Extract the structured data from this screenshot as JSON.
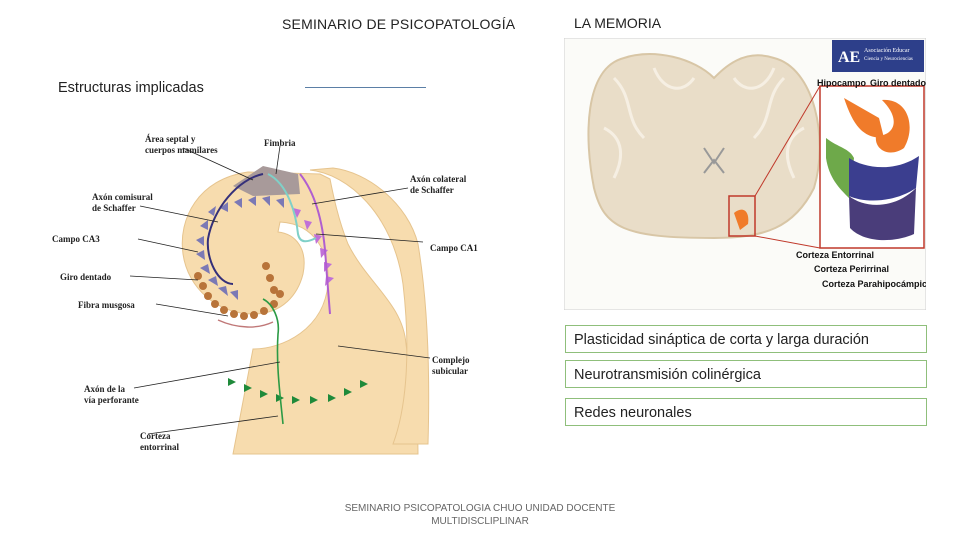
{
  "header": {
    "left_title": "SEMINARIO DE PSICOPATOLOGÍA",
    "right_title": "LA MEMORIA"
  },
  "subtitle": "Estructuras implicadas",
  "hippocampus_diagram": {
    "labels": {
      "area_septal": "Área septal y",
      "cuerpos_mamilares": "cuerpos mamilares",
      "fimbria": "Fimbria",
      "axon_colateral_1": "Axón colateral",
      "axon_colateral_2": "de Schaffer",
      "axon_comisural_1": "Axón comisural",
      "axon_comisural_2": "de Schaffer",
      "campo_ca3": "Campo CA3",
      "campo_ca1": "Campo CA1",
      "giro_dentado": "Giro dentado",
      "fibra_musgosa": "Fibra musgosa",
      "complejo_1": "Complejo",
      "complejo_2": "subicular",
      "via_1": "Axón de la",
      "via_2": "vía perforante",
      "corteza_1": "Corteza",
      "corteza_2": "entorrinal"
    },
    "colors": {
      "tissue": "#f7dcae",
      "ca_pyramids": "#7b79b5",
      "ca1_pyramids": "#c070d8",
      "granule_cells": "#b8743a",
      "entorhinal_cells": "#1f8a3a",
      "schaffer_axon": "#35307a",
      "perforant_path": "#2c9a45"
    }
  },
  "brain_image": {
    "logo_line1": "Asociación Educar",
    "logo_line2": "Ciencia y Neurociencias",
    "labels": {
      "hipocampo": "Hipocampo",
      "giro_dentado": "Giro dentado",
      "corteza_entorrinal": "Corteza Entorrinal",
      "corteza_perirrinal": "Corteza Perirrinal",
      "corteza_parahipocampica": "Corteza Parahipocámpica"
    },
    "colors": {
      "hipocampo": "#f07b2a",
      "giro_dentado": "#f07b2a",
      "entorrinal": "#6ea94a",
      "perirrinal": "#3b3e8f",
      "parahipocampica": "#4a3d7a",
      "highlight_box": "#c0392b"
    }
  },
  "boxes": [
    "Plasticidad sináptica de corta y larga duración",
    "Neurotransmisión colinérgica",
    "Redes neuronales"
  ],
  "footer": {
    "line1": "SEMINARIO PSICOPATOLOGIA CHUO UNIDAD DOCENTE",
    "line2": "MULTIDISCLIPLINAR"
  }
}
